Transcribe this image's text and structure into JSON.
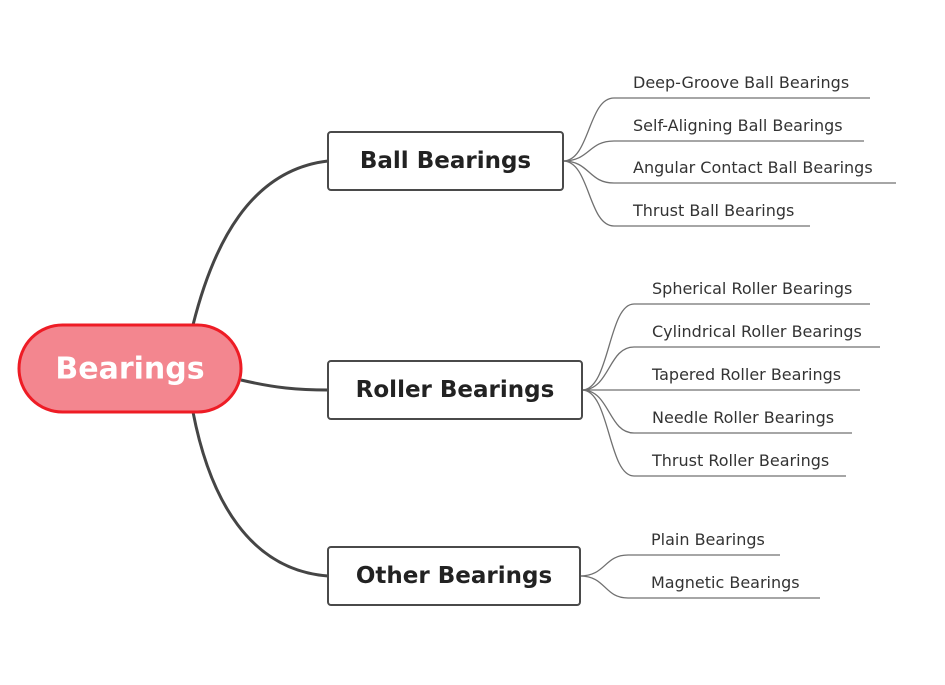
{
  "diagram": {
    "root": {
      "label": "Bearings",
      "fill": "#f3868f",
      "border": "#ee1c25"
    },
    "colors": {
      "main_connector": "#454545",
      "leaf_connector": "#707070",
      "branch_border": "#4a4a4a"
    },
    "branches": [
      {
        "label": "Ball Bearings",
        "leaves": [
          "Deep-Groove Ball Bearings",
          "Self-Aligning Ball Bearings",
          "Angular Contact Ball Bearings",
          "Thrust Ball Bearings"
        ]
      },
      {
        "label": "Roller Bearings",
        "leaves": [
          "Spherical Roller Bearings",
          "Cylindrical Roller Bearings",
          "Tapered Roller Bearings",
          "Needle Roller Bearings",
          "Thrust Roller Bearings"
        ]
      },
      {
        "label": "Other Bearings",
        "leaves": [
          "Plain Bearings",
          "Magnetic Bearings"
        ]
      }
    ]
  }
}
